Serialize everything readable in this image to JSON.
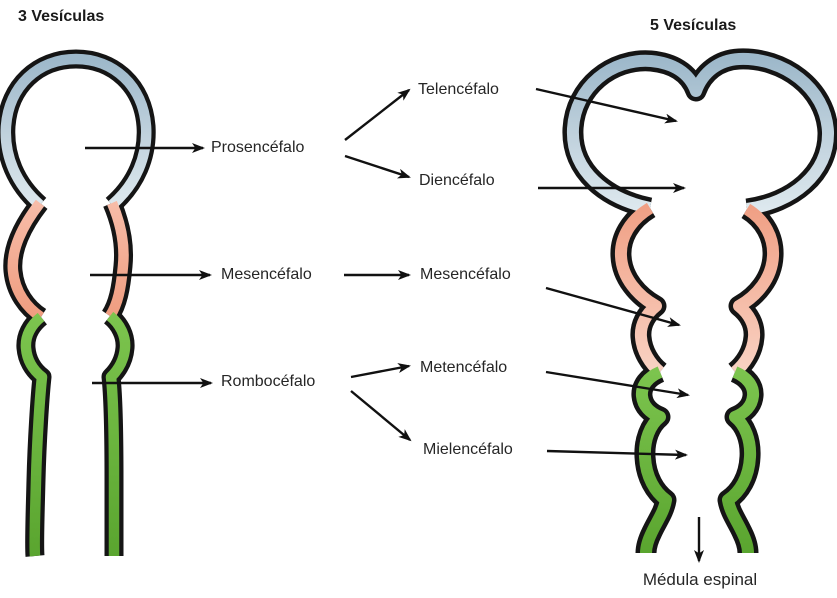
{
  "diagram": {
    "title_left": "3 Vesículas",
    "title_right": "5 Vesículas",
    "stage3": {
      "prosencefalo": "Prosencéfalo",
      "mesencefalo": "Mesencéfalo",
      "rombocefalo": "Rombocéfalo"
    },
    "stage5": {
      "telencefalo": "Telencéfalo",
      "diencefalo": "Diencéfalo",
      "mesencefalo": "Mesencéfalo",
      "metencefalo": "Metencéfalo",
      "mielencefalo": "Mielencéfalo"
    },
    "spinal_label": "Médula espinal",
    "colors": {
      "forebrain_blue": "#b7ccd9",
      "midbrain_pink": "#f3a78e",
      "hindbrain_green": "#6cb43d",
      "outline": "#151515",
      "text": "#262626"
    }
  }
}
